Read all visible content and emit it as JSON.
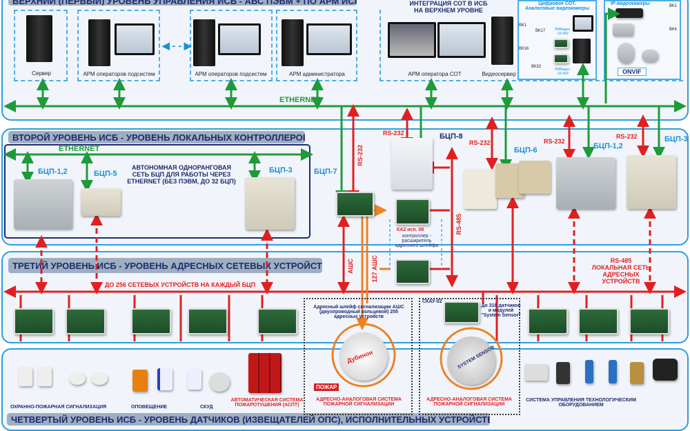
{
  "levels": {
    "level1": "ВЕРХНИЙ (ПЕРВЫЙ) УРОВЕНЬ УПРАВЛЕНИЯ ИСБ - АВС ПЭВМ + ПО АРМ ИСБ",
    "level2": "ВТОРОЙ УРОВЕНЬ ИСБ - УРОВЕНЬ ЛОКАЛЬНЫХ КОНТРОЛЛЕРОВ",
    "level3": "ТРЕТИЙ УРОВЕНЬ ИСБ - УРОВЕНЬ АДРЕСНЫХ СЕТЕВЫХ УСТРОЙСТВ",
    "level4": "ЧЕТВЕРТЫЙ УРОВЕНЬ ИСБ - УРОВЕНЬ ДАТЧИКОВ (ИЗВЕЩАТЕЛЕЙ ОПС), ИСПОЛНИТЕЛЬНЫХ УСТРОЙСТВ"
  },
  "top": {
    "server": "Сервер",
    "arm1": "АРМ операторов подсистем",
    "arm2": "АРМ операторов подсистем",
    "arm_admin": "АРМ администратора",
    "sot_title": "ИНТЕГРАЦИЯ СОТ В ИСБ НА ВЕРХНЕМ УРОВНЕ",
    "arm_sot": "АРМ оператора СОТ",
    "videoserver": "Видеосервер",
    "digital_title": "Цифровое СОТ. Аналоговые видеокамеры",
    "bk1": "ВК1",
    "bk17": "ВК17",
    "bk16": "ВК16",
    "bk32": "ВК32",
    "rm1": "РМВидео -16-400",
    "rm2": "РМВидео -16-400",
    "ip_title": "IP-видеокамеры",
    "ip_bk1": "ВК1",
    "ip_bk4": "ВК4",
    "onvif": "ONVIF",
    "ethernet": "ETHERNET"
  },
  "second": {
    "ethernet": "ETHERNET",
    "bcp12a": "БЦП-1,2",
    "bcp5": "БЦП-5",
    "bcp3a": "БЦП-3",
    "autonomous": "АВТОНОМНАЯ ОДНОРАНГОВАЯ СЕТЬ БЦП ДЛЯ РАБОТЫ ЧЕРЕЗ ETHERNET (БЕЗ ПЭВМ, ДО 32 БЦП)",
    "bcp7": "БЦП-7",
    "bcp8": "БЦП-8",
    "bcp6": "БЦП-6",
    "bcp12b": "БЦП-1,2",
    "bcp3b": "БЦП-3",
    "rs232": "RS-232",
    "rs485": "RS-485",
    "ka2": "КА2 исп. 08",
    "ka2_desc": "контроллер - расширитель адресного шлейфа"
  },
  "third": {
    "bus_label": "ДО 256 СЕТЕВЫХ УСТРОЙСТВ НА КАЖДЫЙ БЦП",
    "ashc": "АШС",
    "ashc127": "127 АШС",
    "rs485_local": "RS-485 ЛОКАЛЬНАЯ СЕТЬ АДРЕСНЫХ УСТРОЙСТВ"
  },
  "fourth": {
    "loop_desc": "Адресный шлейф сигнализации АШС (двухпроводный кольцевой) 255 адресных устройств",
    "brand": "Дубинон",
    "fire": "ПОЖАР",
    "skau": "СКАУ-02",
    "skau_desc": "До 318 датчиков и модулей \"System Sensor\"",
    "ss_brand": "SYSTEM SENSOR",
    "ops": "ОХРАННО-ПОЖАРНАЯ СИГНАЛИЗАЦИЯ",
    "notify": "ОПОВЕЩЕНИЕ",
    "skud": "СКУД",
    "aspt": "АВТОМАТИЧЕСКАЯ СИСТЕМА ПОЖАРОТУШЕНИЯ (АСПТ)",
    "aas1": "АДРЕСНО-АНАЛОГОВАЯ СИСТЕМА ПОЖАРНОЙ СИГНАЛИЗАЦИИ",
    "aas2": "АДРЕСНО-АНАЛОГОВАЯ СИСТЕМА ПОЖАРНОЙ СИГНАЛИЗАЦИИ",
    "tech": "СИСТЕМА УПРАВЛЕНИЯ ТЕХНОЛОГИЧЕСКИМ ОБОРУДОВАНИЕМ"
  },
  "colors": {
    "ethernet": "#1f9a3a",
    "rs": "#e02020",
    "ashc": "#f08020",
    "panel": "#2a9de0",
    "title": "#1f2a6e"
  }
}
